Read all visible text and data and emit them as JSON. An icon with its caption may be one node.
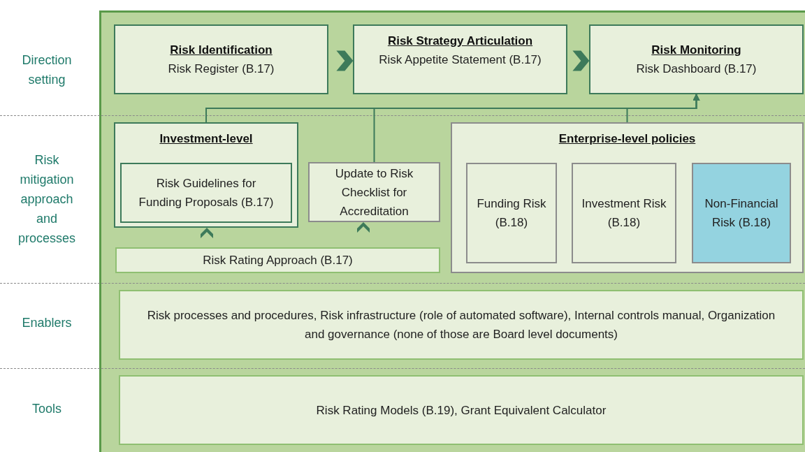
{
  "diagram": {
    "nodes": [
      {
        "text": [
          "Risk Identification",
          "Risk Register (B.17)"
        ]
      },
      {
        "text": [
          "Risk Strategy Articulation",
          "Risk Appetite Statement (B.17)"
        ]
      },
      {
        "text": [
          "Risk Monitoring",
          "Risk Dashboard (B.17)"
        ]
      },
      {
        "text": [
          "Investment-level"
        ]
      },
      {
        "text": [
          "Risk Guidelines for Funding Proposals (B.17)"
        ],
        "in": 3
      },
      {
        "text": [
          "Update to Risk Checklist for Accreditation"
        ]
      },
      {
        "text": [
          "Risk Rating Approach (B.17)"
        ]
      },
      {
        "text": [
          "Enterprise-level policies"
        ]
      },
      {
        "text": [
          "Funding Risk (B.18)"
        ],
        "in": 7
      },
      {
        "text": [
          "Investment Risk (B.18)"
        ],
        "in": 7
      },
      {
        "text": [
          "Non-Financial Risk (B.18)"
        ],
        "in": 7
      },
      {
        "text": [
          "Risk processes and procedures, Risk infrastructure (role of automated software), Internal controls manual, Organization and governance (none of those are Board level documents)"
        ]
      },
      {
        "text": [
          "Risk Rating Models (B.19), Grant Equivalent Calculator"
        ]
      }
    ],
    "edges": [
      {
        "from": 0,
        "to": 1,
        "arrow": "to"
      },
      {
        "from": 1,
        "to": 2,
        "arrow": "to"
      },
      {
        "from": 3,
        "to": 2,
        "arrow": "to"
      },
      {
        "from": 5,
        "to": 2,
        "arrow": "to"
      },
      {
        "from": 7,
        "to": 2,
        "arrow": "to"
      },
      {
        "from": 6,
        "to": 3,
        "arrow": "to"
      },
      {
        "from": 6,
        "to": 5,
        "arrow": "to"
      }
    ],
    "labels": [
      "Direction setting",
      "Risk mitigation approach and processes",
      "Enablers",
      "Tools"
    ]
  }
}
